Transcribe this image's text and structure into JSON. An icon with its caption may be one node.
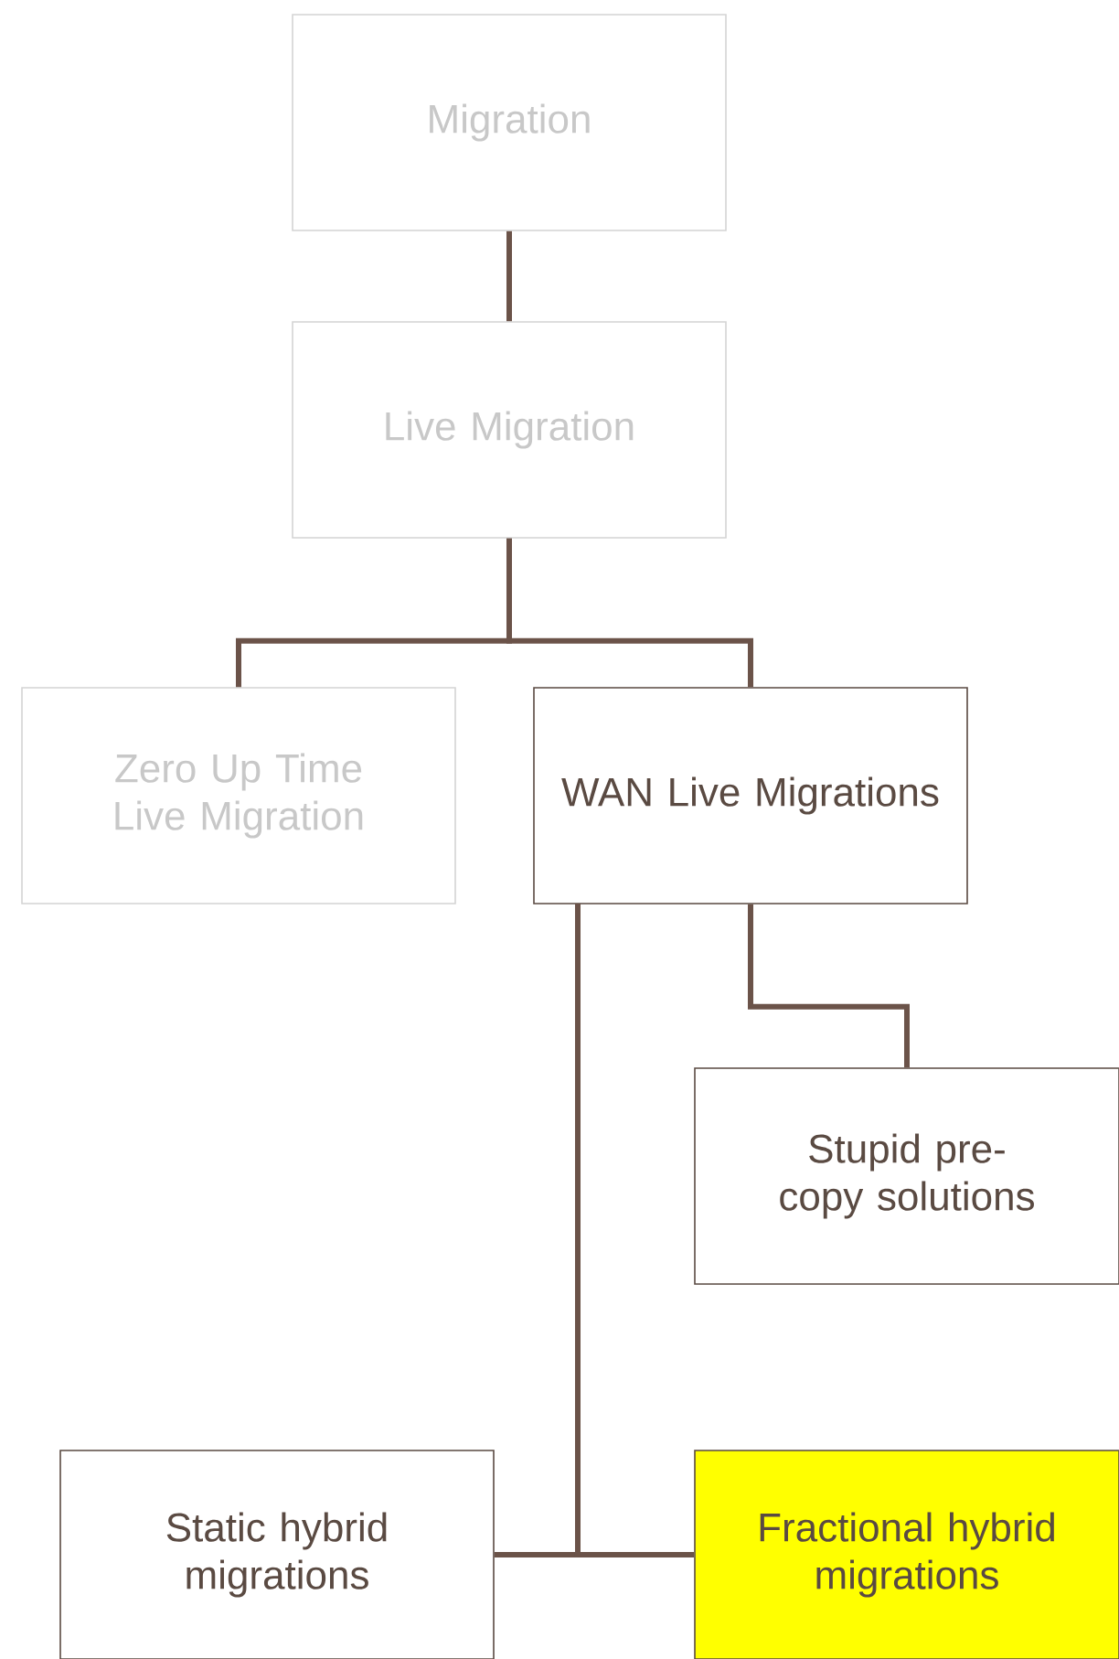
{
  "diagram": {
    "nodes": [
      {
        "text": [
          "Migration"
        ]
      },
      {
        "text": [
          "Live Migration"
        ]
      },
      {
        "text": [
          "Zero Up Time Live Migration"
        ]
      },
      {
        "text": [
          "WAN Live Migrations"
        ]
      },
      {
        "text": [
          "Stupid pre-copy solutions"
        ]
      },
      {
        "text": [
          "Static hybrid migrations"
        ]
      },
      {
        "text": [
          "Fractional hybrid migrations"
        ]
      }
    ],
    "edges": [
      {
        "from": 0,
        "to": 1,
        "arrow": "none"
      },
      {
        "from": 1,
        "to": 2,
        "arrow": "none"
      },
      {
        "from": 1,
        "to": 3,
        "arrow": "none"
      },
      {
        "from": 3,
        "to": 4,
        "arrow": "none"
      },
      {
        "from": 3,
        "to": 5,
        "arrow": "none"
      },
      {
        "from": 3,
        "to": 6,
        "arrow": "none"
      }
    ]
  }
}
